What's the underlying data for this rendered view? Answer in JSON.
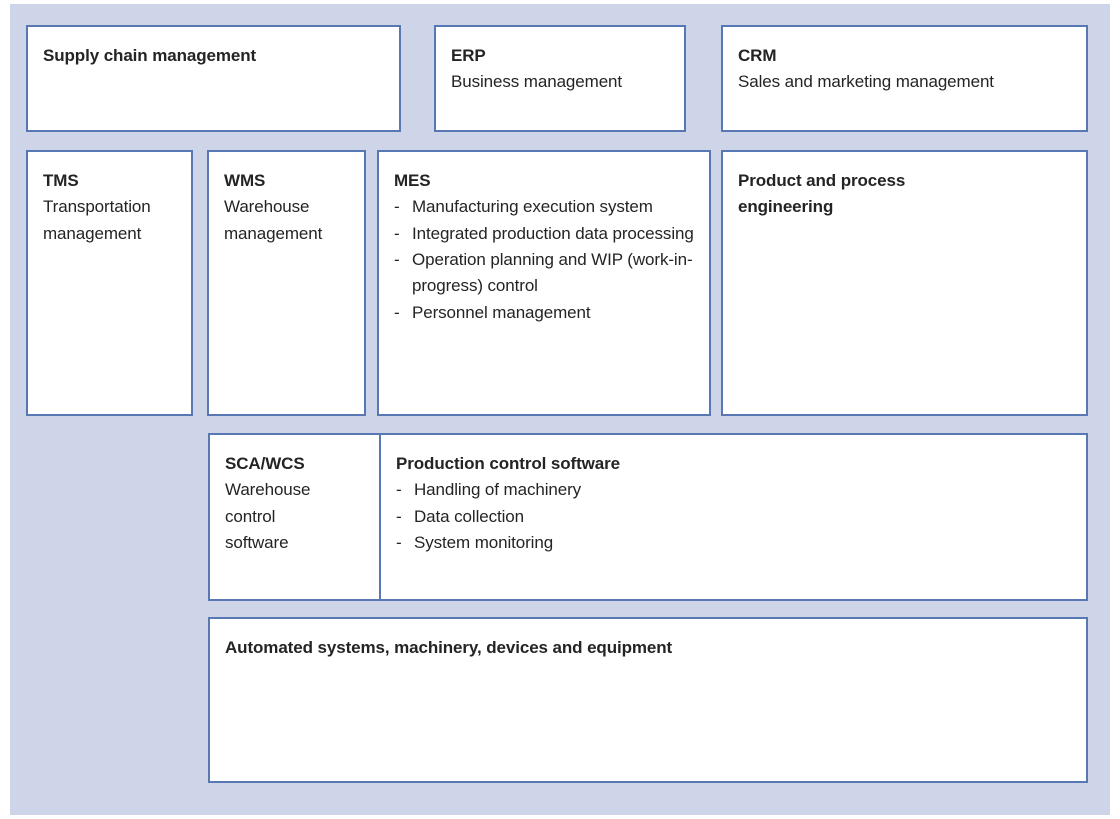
{
  "theme": {
    "background": "#ced5e9",
    "page_background": "#ffffff",
    "box_fill": "#ffffff",
    "box_border": "#5878b4",
    "text": "#242424"
  },
  "diagram": {
    "type": "layered-block-diagram",
    "bullet_marker": "-",
    "rows": [
      {
        "name": "enterprise-layer",
        "boxes": [
          {
            "key": "supply_chain",
            "title": "Supply chain management",
            "subtitle": "",
            "items": []
          },
          {
            "key": "erp",
            "title": "ERP",
            "subtitle": "Business management",
            "items": []
          },
          {
            "key": "crm",
            "title": "CRM",
            "subtitle": "Sales and marketing management",
            "items": []
          }
        ]
      },
      {
        "name": "operations-layer",
        "boxes": [
          {
            "key": "tms",
            "title": "TMS",
            "subtitle": "Transportation management",
            "items": []
          },
          {
            "key": "wms",
            "title": "WMS",
            "subtitle": "Warehouse management",
            "items": []
          },
          {
            "key": "mes",
            "title": "MES",
            "subtitle": "",
            "items": [
              "Manufacturing execution system",
              "Integrated production data processing",
              "Operation planning and WIP (work-in-progress) control",
              "Personnel management"
            ]
          },
          {
            "key": "engineering",
            "title": "Product and process engineering",
            "subtitle": "",
            "items": []
          }
        ]
      },
      {
        "name": "control-layer",
        "boxes": [
          {
            "key": "sca_wcs",
            "title": "SCA/WCS",
            "subtitle": "Warehouse control software",
            "items": []
          },
          {
            "key": "production_control",
            "title": "Production control software",
            "subtitle": "",
            "items": [
              "Handling of machinery",
              "Data collection",
              "System monitoring"
            ]
          }
        ]
      },
      {
        "name": "field-layer",
        "boxes": [
          {
            "key": "automated",
            "title": "Automated systems, machinery, devices and equipment",
            "subtitle": "",
            "items": []
          }
        ]
      }
    ]
  },
  "boxes": {
    "supply_chain": {
      "title": "Supply chain management"
    },
    "erp": {
      "title": "ERP",
      "subtitle": "Business management"
    },
    "crm": {
      "title": "CRM",
      "subtitle": "Sales and marketing management"
    },
    "tms": {
      "title": "TMS",
      "subtitle_line1": "Transportation",
      "subtitle_line2": "management"
    },
    "wms": {
      "title": "WMS",
      "subtitle_line1": "Warehouse",
      "subtitle_line2": "management"
    },
    "mes": {
      "title": "MES",
      "items": [
        "Manufacturing execution system",
        "Integrated production data processing",
        "Operation planning and WIP (work-in-progress) control",
        "Personnel management"
      ]
    },
    "engineering": {
      "title_line1": "Product and process",
      "title_line2": "engineering"
    },
    "sca_wcs": {
      "title": "SCA/WCS",
      "subtitle_line1": "Warehouse",
      "subtitle_line2": "control",
      "subtitle_line3": "software"
    },
    "production_control": {
      "title": "Production control software",
      "items": [
        "Handling of machinery",
        "Data collection",
        "System monitoring"
      ]
    },
    "automated": {
      "title": "Automated systems, machinery, devices and equipment"
    }
  },
  "bullet": {
    "dash": "-"
  }
}
